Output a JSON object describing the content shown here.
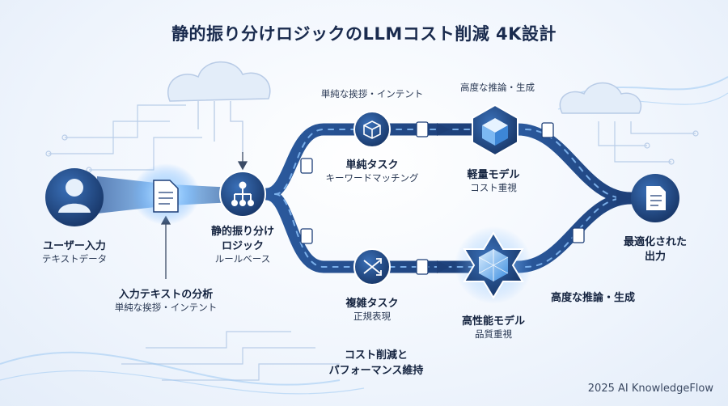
{
  "title": "静的振り分けロジックのLLMコスト削減 4K設計",
  "user_input": {
    "title": "ユーザー入力",
    "subtitle": "テキストデータ"
  },
  "analysis": {
    "title": "入力テキストの分析",
    "subtitle": "単純な挨拶・インテント"
  },
  "router": {
    "title_line1": "静的振り分け",
    "title_line2": "ロジック",
    "subtitle": "ルールベース"
  },
  "top_path_label": "単純な挨拶・インテント",
  "simple_task": {
    "title": "単純タスク",
    "subtitle": "キーワードマッチング"
  },
  "complex_task": {
    "title": "複雑タスク",
    "subtitle": "正規表現"
  },
  "light_model": {
    "top_label": "高度な推論・生成",
    "title": "軽量モデル",
    "subtitle": "コスト重視"
  },
  "high_model": {
    "title": "高性能モデル",
    "subtitle": "品質重視",
    "side_label": "高度な推論・生成"
  },
  "output": {
    "title_line1": "最適化された",
    "title_line2": "出力"
  },
  "summary": {
    "line1": "コスト削減と",
    "line2": "パフォーマンス維持"
  },
  "footer": "2025 AI KnowledgeFlow",
  "colors": {
    "navy": "#1e3d72",
    "accent": "#3a8ee6",
    "light": "#cfe3fb"
  }
}
